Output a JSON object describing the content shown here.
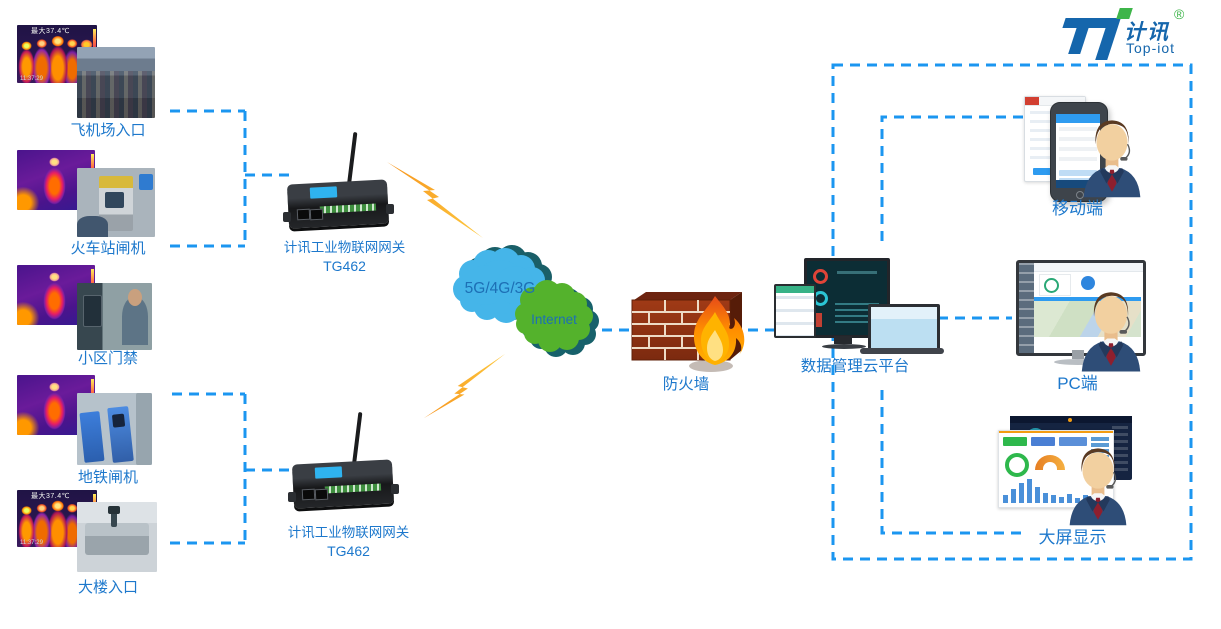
{
  "logo": {
    "brand_cn": "计讯",
    "brand_en": "Top-iot",
    "registered": "®"
  },
  "cameras": [
    {
      "label": "飞机场入口",
      "thermal_max": "最大37.4℃",
      "thermal_time": "11:37:29"
    },
    {
      "label": "火车站闸机"
    },
    {
      "label": "小区门禁"
    },
    {
      "label": "地铁闸机"
    },
    {
      "label": "大楼入口",
      "thermal_max": "最大37.4℃",
      "thermal_time": "11:37:29"
    }
  ],
  "gateways": [
    {
      "name": "计讯工业物联网网关",
      "model": "TG462"
    },
    {
      "name": "计讯工业物联网网关",
      "model": "TG462"
    }
  ],
  "network": {
    "cellular": "5G/4G/3G",
    "internet": "Internet",
    "firewall": "防火墙"
  },
  "platform": {
    "label": "数据管理云平台"
  },
  "clients": {
    "mobile": "移动端",
    "pc": "PC端",
    "bigscreen": "大屏显示"
  },
  "colors": {
    "connector_blue": "#1b96f0",
    "label_blue": "#1d78cc",
    "logo_blue": "#1566ac",
    "logo_green": "#3eb54a",
    "cloud_blue": "#45b5e9",
    "cloud_green": "#54b22c",
    "cloud_shadow": "#1a5f68",
    "lightning_orange": "#f7941d",
    "brick_red": "#8f3112"
  }
}
